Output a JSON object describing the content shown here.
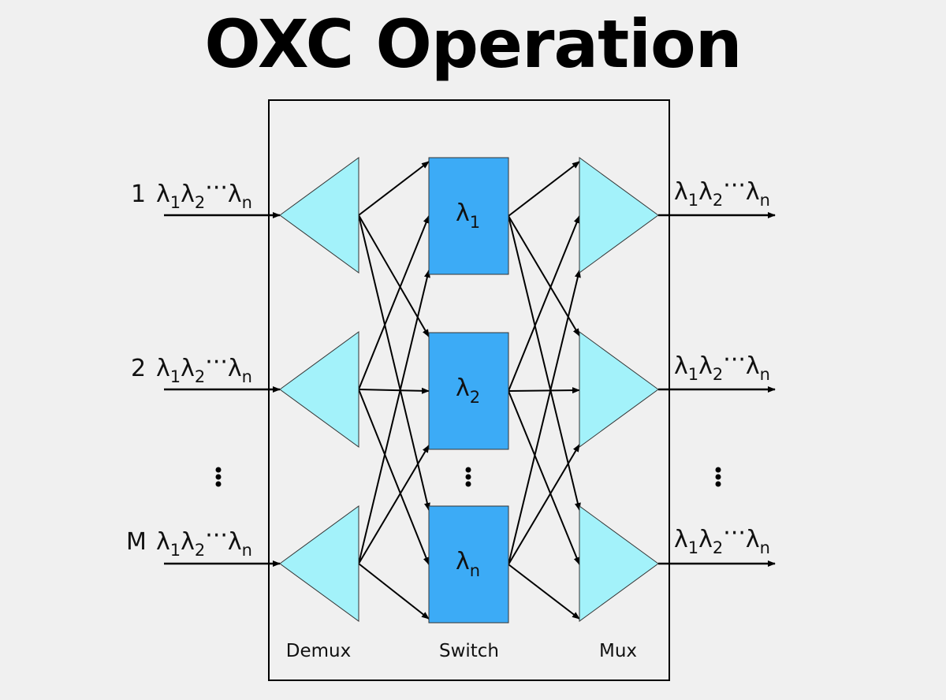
{
  "title": "OXC Operation",
  "inputs": [
    {
      "id": "1",
      "label_prefix": "1",
      "lambdas": [
        "λ",
        "1",
        "λ",
        "2",
        "···",
        "λ",
        "n"
      ]
    },
    {
      "id": "2",
      "label_prefix": "2",
      "lambdas": [
        "λ",
        "1",
        "λ",
        "2",
        "···",
        "λ",
        "n"
      ]
    },
    {
      "id": "M",
      "label_prefix": "M",
      "lambdas": [
        "λ",
        "1",
        "λ",
        "2",
        "···",
        "λ",
        "n"
      ]
    }
  ],
  "outputs": [
    {
      "lambdas": [
        "λ",
        "1",
        "λ",
        "2",
        "···",
        "λ",
        "n"
      ]
    },
    {
      "lambdas": [
        "λ",
        "1",
        "λ",
        "2",
        "···",
        "λ",
        "n"
      ]
    },
    {
      "lambdas": [
        "λ",
        "1",
        "λ",
        "2",
        "···",
        "λ",
        "n"
      ]
    }
  ],
  "switches": [
    {
      "symbol": "λ",
      "sub": "1"
    },
    {
      "symbol": "λ",
      "sub": "2"
    },
    {
      "symbol": "λ",
      "sub": "n"
    }
  ],
  "stage_labels": {
    "demux": "Demux",
    "switch": "Switch",
    "mux": "Mux"
  },
  "colors": {
    "triangle_fill": "#a3f2fa",
    "switch_fill": "#3cabf6",
    "line": "#000000"
  }
}
